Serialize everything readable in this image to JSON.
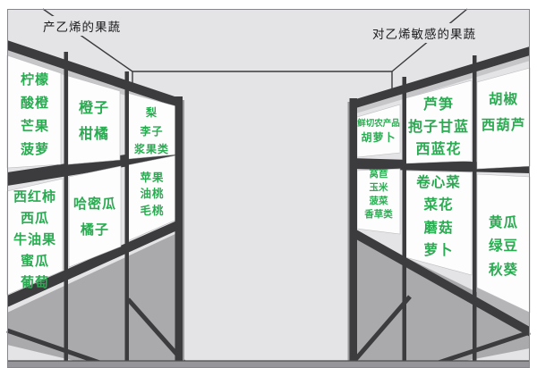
{
  "annotations": {
    "left_label": "产乙烯的果蔬",
    "right_label": "对乙烯敏感的果蔬"
  },
  "racks": {
    "left": {
      "category": "产乙烯的果蔬",
      "panels": [
        {
          "items": [
            "柠檬",
            "酸橙",
            "芒果",
            "菠萝"
          ]
        },
        {
          "items": [
            "橙子",
            "柑橘"
          ]
        },
        {
          "items": [
            "梨",
            "李子",
            "浆果类"
          ]
        },
        {
          "items": [
            "西红柿",
            "西瓜",
            "牛油果",
            "蜜瓜",
            "葡萄"
          ]
        },
        {
          "items": [
            "哈密瓜",
            "橘子"
          ]
        },
        {
          "items": [
            "苹果",
            "油桃",
            "毛桃"
          ]
        }
      ]
    },
    "right": {
      "category": "对乙烯敏感的果蔬",
      "panels": [
        {
          "items": [
            "鲜切农产品",
            "胡萝卜"
          ]
        },
        {
          "items": [
            "芦笋",
            "抱子甘蓝",
            "西蓝花"
          ]
        },
        {
          "items": [
            "胡椒",
            "西葫芦"
          ]
        },
        {
          "items": [
            "莴苣",
            "玉米",
            "菠菜",
            "香草类"
          ]
        },
        {
          "items": [
            "卷心菜",
            "菜花",
            "蘑菇",
            "萝卜"
          ]
        },
        {
          "items": [
            "黄瓜",
            "绿豆",
            "秋葵"
          ]
        }
      ]
    }
  },
  "colors": {
    "produce_text_green": "#2aab51",
    "frame_dark": "#3c3c3e",
    "wall_gray": "#e4e4e6",
    "deck_gray": "#aaaaac",
    "panel_white": "#fdfdfe",
    "floor_strip": "#96969a"
  }
}
